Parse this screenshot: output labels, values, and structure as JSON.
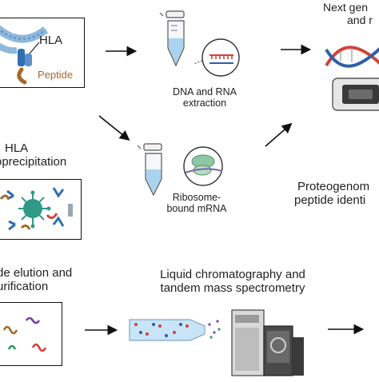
{
  "labels": {
    "hla_panel": "HLA",
    "peptide_panel": "Peptide",
    "extraction_line1": "DNA and RNA",
    "extraction_line2": "extraction",
    "ngs_line1": "Next gen",
    "ngs_line2": "and r",
    "ribosome_line1": "Ribosome-",
    "ribosome_line2": "bound mRNA",
    "immuno_line1": "HLA",
    "immuno_line2": "oprecipitation",
    "proteo_line1": "Proteogenom",
    "proteo_line2": "peptide identi",
    "elution_line1": "de elution and",
    "elution_line2": "urification",
    "lcms_line1": "Liquid chromatography and",
    "lcms_line2": "tandem mass spectrometry"
  },
  "colors": {
    "hla_blue": "#2f6fb0",
    "peptide_brown": "#a6692a",
    "tube_blue": "#a9d3ef",
    "dna_red": "#d2433a",
    "dna_blue": "#2f5fa8",
    "ribosome_green": "#8fc7a4",
    "virus_teal": "#2f9a86",
    "column_blue": "#c9e4f6"
  },
  "icons": [
    "tube-icon",
    "dna-icon",
    "sequencer-icon",
    "ribosome-icon",
    "virus-icon",
    "antibody-icon",
    "peptide-icon",
    "column-icon",
    "mass-spec-icon",
    "arrow-icon"
  ]
}
